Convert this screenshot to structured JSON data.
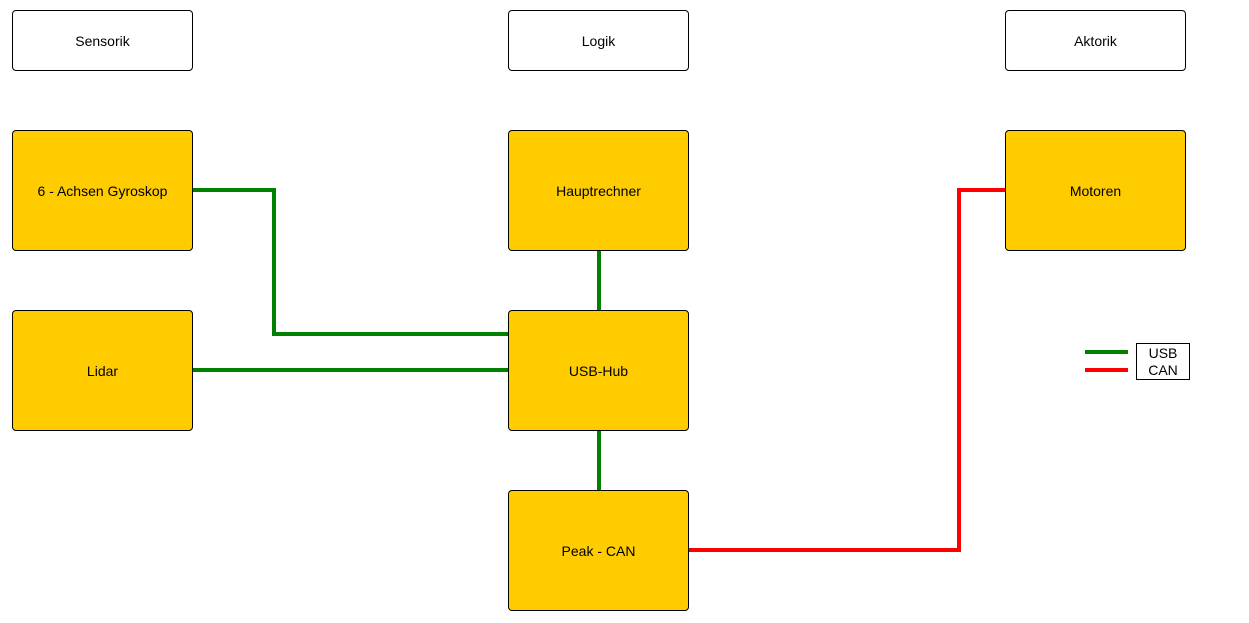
{
  "colors": {
    "block_fill": "#ffcc00",
    "header_fill": "#ffffff",
    "usb": "#008000",
    "can": "#ff0000"
  },
  "columns": {
    "sensorik": "Sensorik",
    "logik": "Logik",
    "aktorik": "Aktorik"
  },
  "blocks": {
    "gyro": "6 - Achsen Gyroskop",
    "lidar": "Lidar",
    "hauptrechner": "Hauptrechner",
    "usb_hub": "USB-Hub",
    "peak_can": "Peak - CAN",
    "motoren": "Motoren"
  },
  "connections": [
    {
      "from": "6 - Achsen Gyroskop",
      "to": "USB-Hub",
      "type": "USB"
    },
    {
      "from": "Lidar",
      "to": "USB-Hub",
      "type": "USB"
    },
    {
      "from": "Hauptrechner",
      "to": "USB-Hub",
      "type": "USB"
    },
    {
      "from": "USB-Hub",
      "to": "Peak - CAN",
      "type": "USB"
    },
    {
      "from": "Peak - CAN",
      "to": "Motoren",
      "type": "CAN"
    }
  ],
  "legend": {
    "usb_label": "USB",
    "can_label": "CAN"
  }
}
